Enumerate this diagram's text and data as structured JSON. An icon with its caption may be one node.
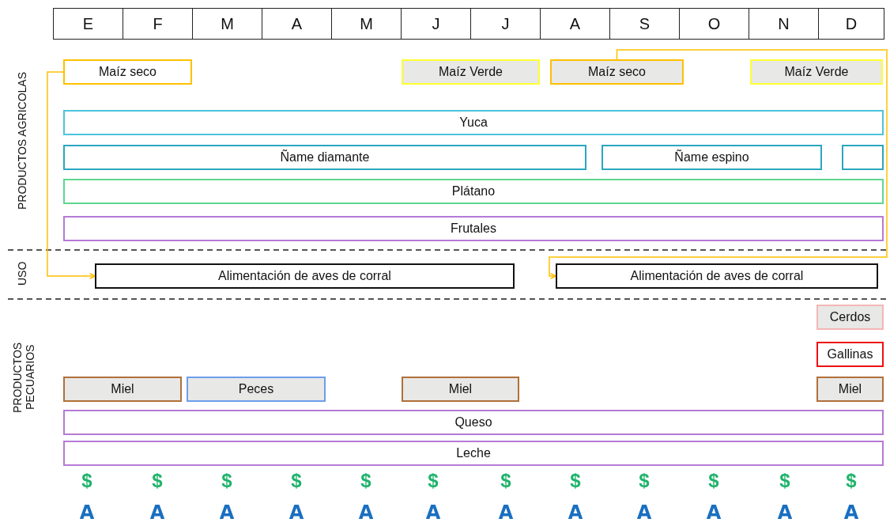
{
  "diagram": {
    "nodes": [
      {
        "text": [
          "Maíz seco"
        ]
      },
      {
        "text": [
          "Maíz Verde"
        ]
      },
      {
        "text": [
          "Maíz seco"
        ]
      },
      {
        "text": [
          "Maíz Verde"
        ]
      },
      {
        "text": [
          "Yuca"
        ]
      },
      {
        "text": [
          "Ñame diamante"
        ]
      },
      {
        "text": [
          "Ñame espino"
        ]
      },
      {
        "text": [],
        "shape": "box"
      },
      {
        "text": [
          "Plátano"
        ]
      },
      {
        "text": [
          "Frutales"
        ]
      },
      {
        "text": [
          "Alimentación de aves de corral"
        ]
      },
      {
        "text": [
          "Alimentación de aves de corral"
        ]
      },
      {
        "text": [
          "Cerdos"
        ]
      },
      {
        "text": [
          "Gallinas"
        ]
      },
      {
        "text": [
          "Miel"
        ]
      },
      {
        "text": [
          "Peces"
        ]
      },
      {
        "text": [
          "Miel"
        ]
      },
      {
        "text": [
          "Miel"
        ]
      },
      {
        "text": [
          "Queso"
        ]
      },
      {
        "text": [
          "Leche"
        ]
      }
    ],
    "edges": [
      {
        "from": 0,
        "to": 10,
        "arrow": "to"
      },
      {
        "from": 2,
        "to": 11,
        "arrow": "to"
      }
    ],
    "labels": [
      "E",
      "F",
      "M",
      "A",
      "M",
      "J",
      "J",
      "A",
      "S",
      "O",
      "N",
      "D",
      "PRODUCTOS AGRICOLAS",
      "USO",
      "PRODUCTOS PECUARIOS",
      "$",
      "$",
      "$",
      "$",
      "$",
      "$",
      "$",
      "$",
      "$",
      "$",
      "$",
      "$",
      "A",
      "A",
      "A",
      "A",
      "A",
      "A",
      "A",
      "A",
      "A",
      "A",
      "A",
      "A"
    ]
  }
}
